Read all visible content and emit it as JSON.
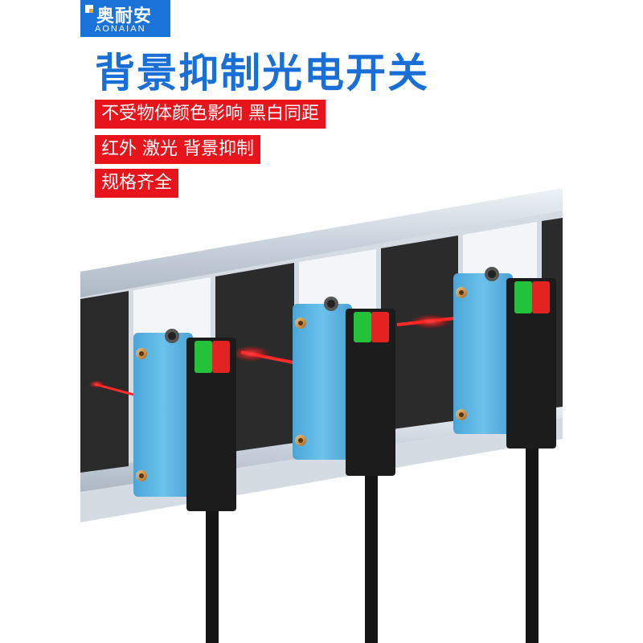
{
  "brand": {
    "name_cn": "奥耐安",
    "name_en": "AONAIAN"
  },
  "headline": "背景抑制光电开关",
  "tags": [
    "不受物体颜色影响 黑白同距",
    "红外 激光 背景抑制",
    "规格齐全"
  ],
  "colors": {
    "brand_blue": "#1a6fd6",
    "tag_red": "#e8141c",
    "sensor_body": "#5fb8e6",
    "sensor_face": "#1c1c1c",
    "led_green": "#22c33a",
    "led_red": "#e32222",
    "laser": "#ff2020"
  }
}
